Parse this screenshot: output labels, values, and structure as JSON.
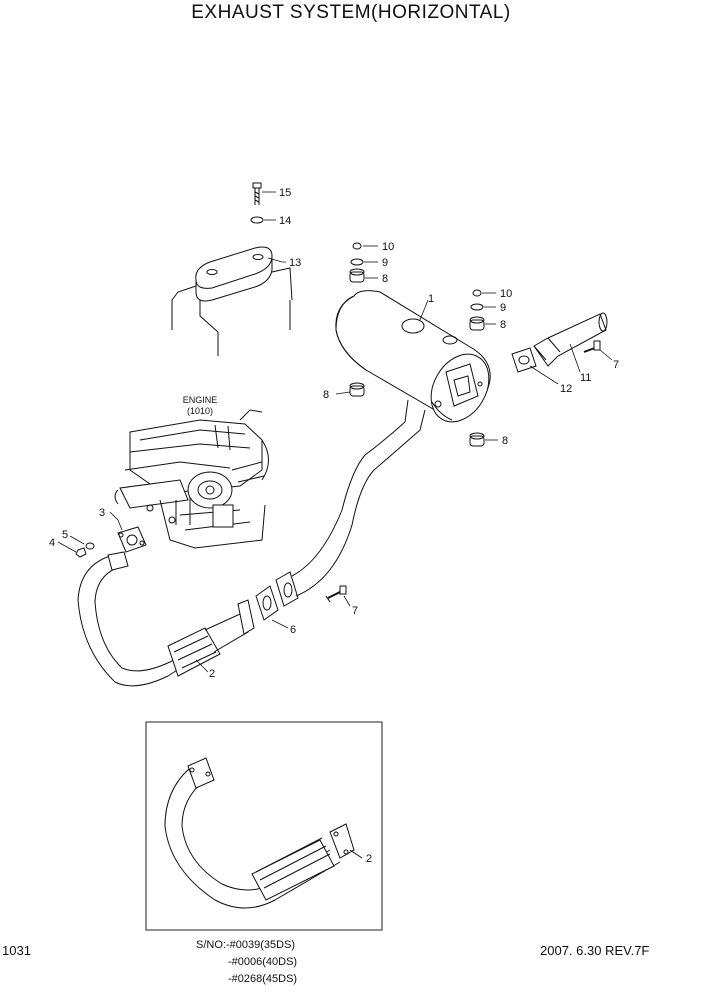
{
  "title": "EXHAUST SYSTEM(HORIZONTAL)",
  "engine_label": "ENGINE",
  "engine_ref": "(1010)",
  "callouts": [
    "1",
    "2",
    "3",
    "4",
    "5",
    "6",
    "7",
    "8",
    "9",
    "10",
    "11",
    "12",
    "13",
    "14",
    "15"
  ],
  "page_number": "1031",
  "serial_notes": [
    "S/NO:-#0039(35DS)",
    "-#0006(40DS)",
    "-#0268(45DS)"
  ],
  "revision": "2007. 6.30  REV.7F"
}
